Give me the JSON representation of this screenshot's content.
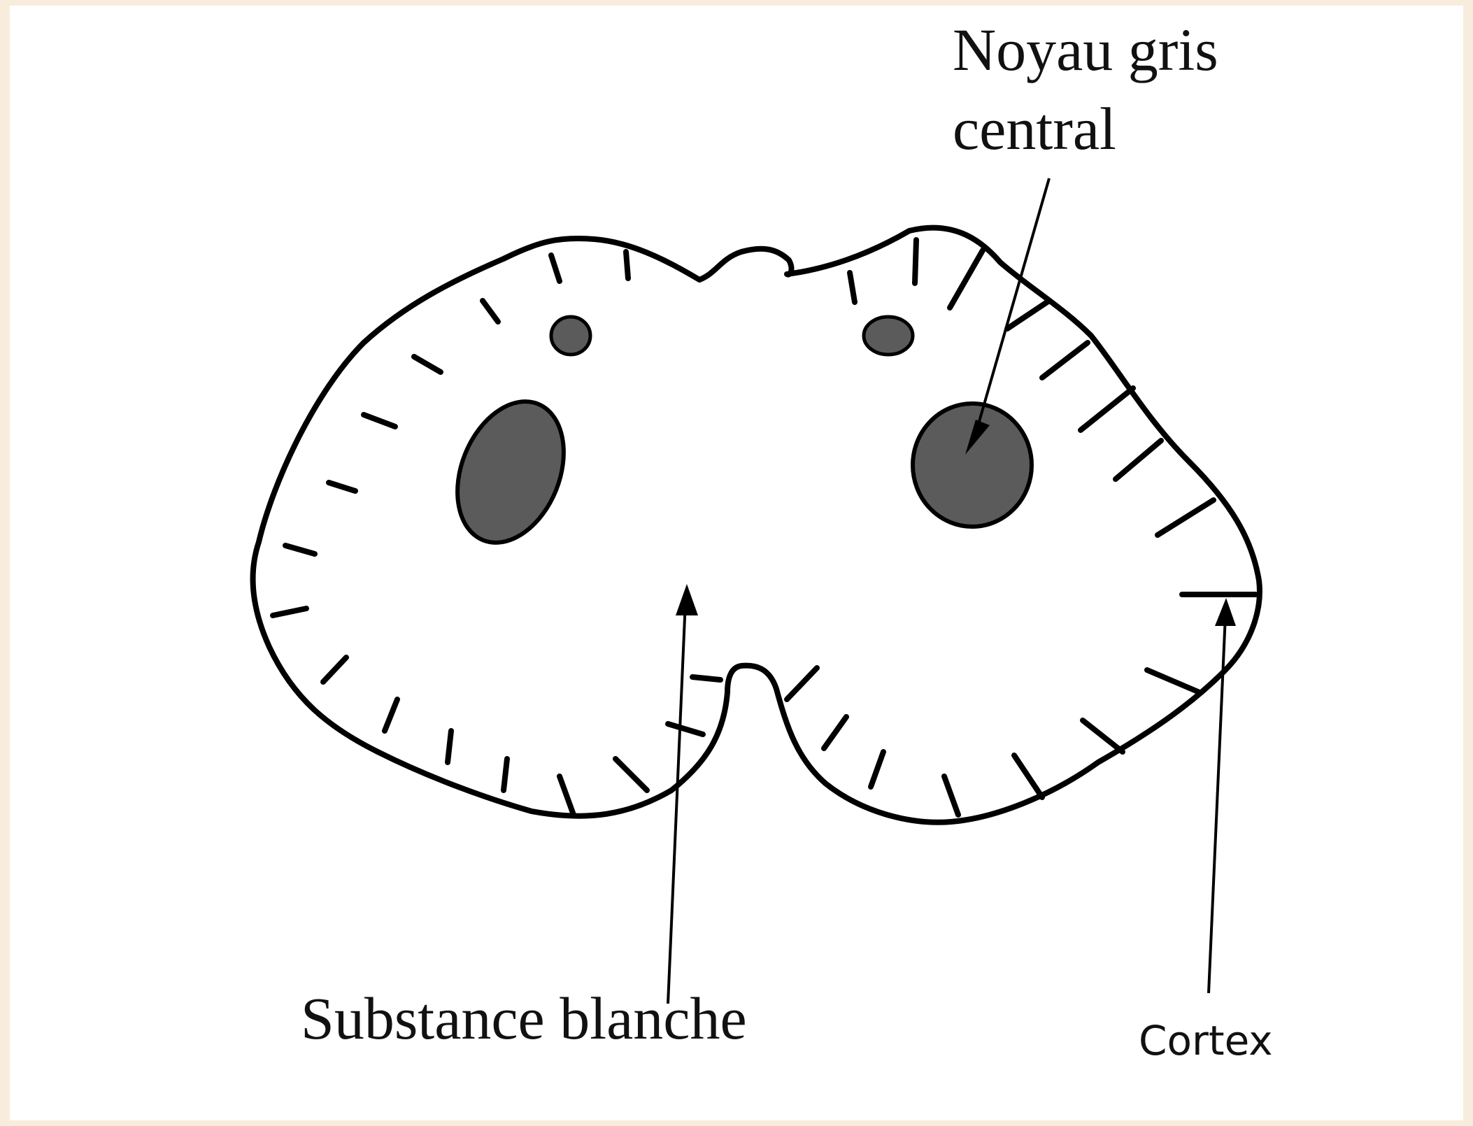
{
  "diagram": {
    "labels": {
      "noyau_line1": "Noyau gris",
      "noyau_line2": "central",
      "substance": "Substance blanche",
      "cortex": "Cortex"
    },
    "colors": {
      "outline": "#000000",
      "nucleus_fill": "#5b5b5b",
      "background": "#ffffff",
      "frame": "#f8eddc"
    }
  }
}
